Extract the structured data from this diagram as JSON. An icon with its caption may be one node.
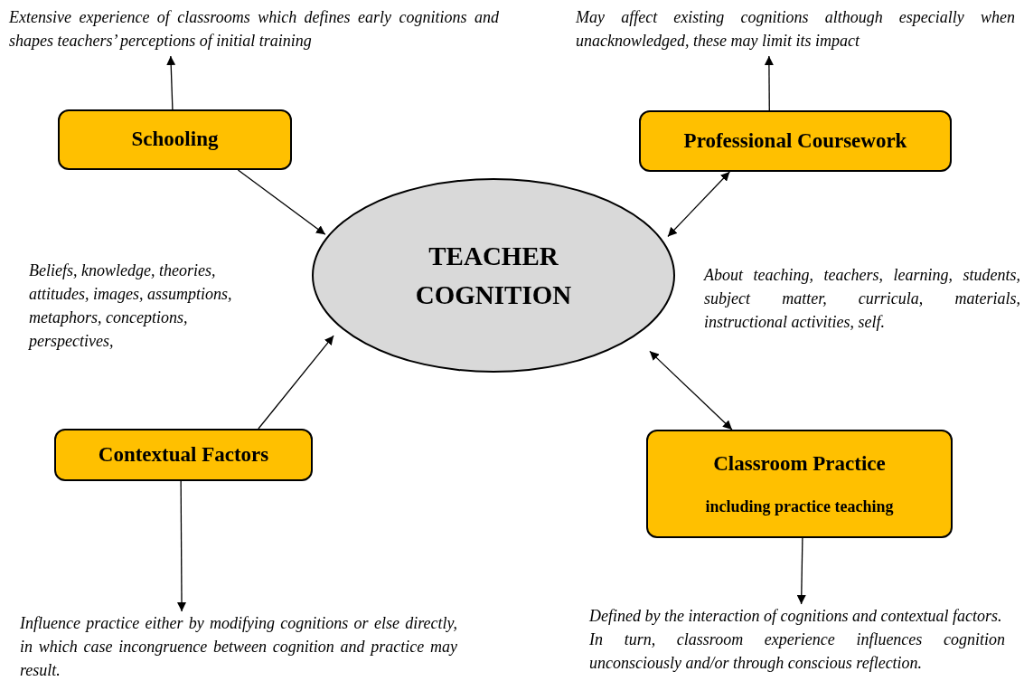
{
  "diagram": {
    "nodes": [
      {
        "text": [
          "Schooling"
        ]
      },
      {
        "text": [
          "Professional Coursework"
        ]
      },
      {
        "text": [
          "TEACHER COGNITION"
        ]
      },
      {
        "text": [
          "Contextual Factors"
        ]
      },
      {
        "text": [
          "Classroom Practice",
          "including practice teaching"
        ]
      },
      {
        "text": [
          "Extensive experience of classrooms which defines early cognitions and shapes teachers’ perceptions of initial training"
        ]
      },
      {
        "text": [
          "May affect existing cognitions although especially when unacknowledged, these may limit its impact"
        ]
      },
      {
        "text": [
          "Influence practice either by modifying cognitions or else directly, in which case incongruence between cognition and practice may result."
        ]
      },
      {
        "text": [
          "Defined by the interaction of cognitions and contextual factors.",
          "In turn, classroom experience influences cognition unconsciously and/or through conscious reflection."
        ]
      }
    ],
    "edges": [
      {
        "from": 0,
        "to": 5,
        "arrow": "to"
      },
      {
        "from": 1,
        "to": 6,
        "arrow": "to"
      },
      {
        "from": 0,
        "to": 2,
        "arrow": "to"
      },
      {
        "from": 1,
        "to": 2,
        "arrow": "both"
      },
      {
        "from": 3,
        "to": 2,
        "arrow": "to"
      },
      {
        "from": 2,
        "to": 4,
        "arrow": "both"
      },
      {
        "from": 3,
        "to": 7,
        "arrow": "to"
      },
      {
        "from": 4,
        "to": 8,
        "arrow": "to"
      }
    ],
    "labels": [
      "Beliefs, knowledge, theories, attitudes, images, assumptions, metaphors, conceptions, perspectives,",
      "About teaching, teachers, learning, students, subject matter, curricula, materials, instructional activities, self."
    ]
  }
}
